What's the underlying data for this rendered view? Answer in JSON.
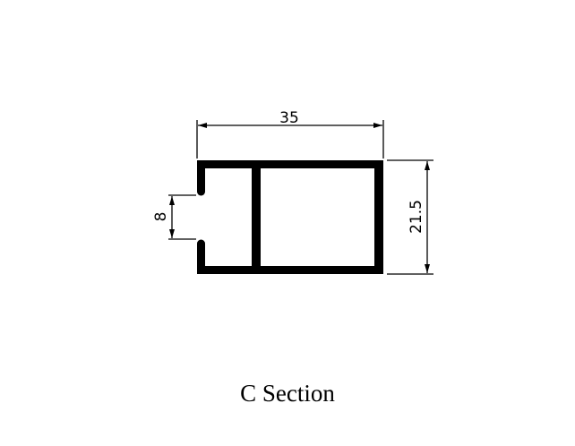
{
  "drawing": {
    "dimensions": {
      "width": "35",
      "height": "21.5",
      "opening": "8"
    },
    "caption": "C Section"
  }
}
